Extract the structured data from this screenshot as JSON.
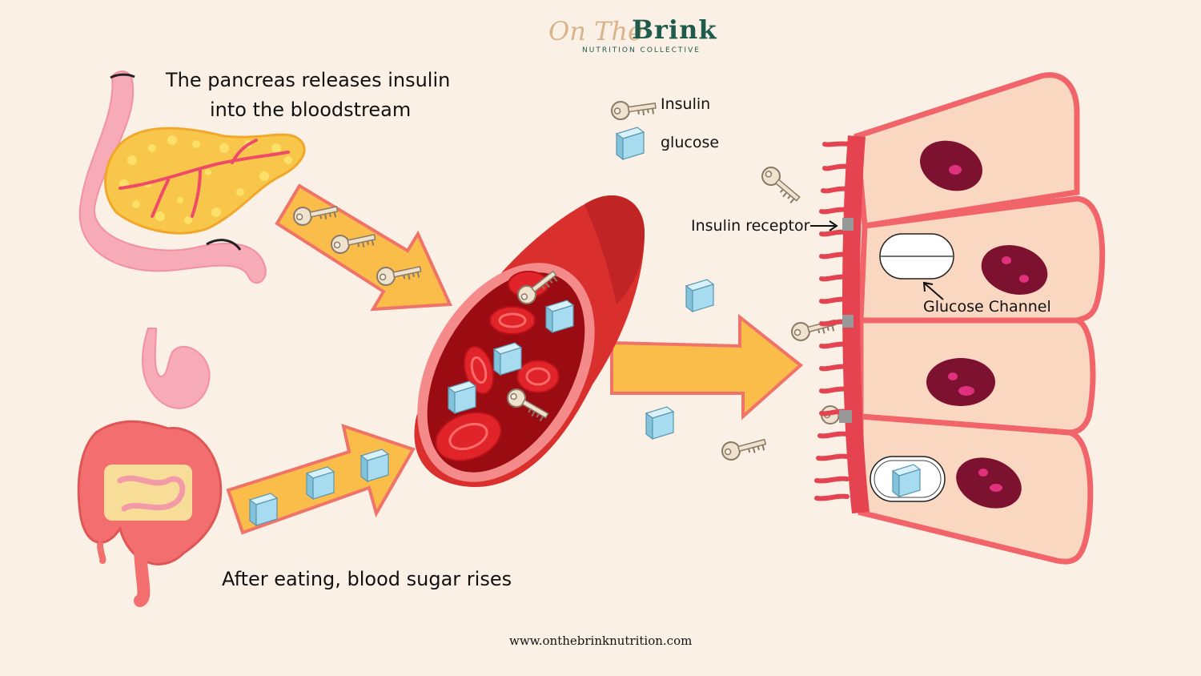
{
  "logo": {
    "script": "On The",
    "brand": "Brink",
    "subtitle": "NUTRITION COLLECTIVE"
  },
  "captions": {
    "pancreas_line1": "The pancreas releases insulin",
    "pancreas_line2": "into the bloodstream",
    "after_eating": "After eating, blood sugar rises"
  },
  "legend": {
    "insulin": "Insulin",
    "glucose": "glucose"
  },
  "labels": {
    "insulin_receptor": "Insulin receptor",
    "glucose_channel": "Glucose Channel"
  },
  "footer": {
    "website": "www.onthebrinknutrition.com"
  },
  "colors": {
    "background": "#faf0e6",
    "arrow_fill": "#fbbd4a",
    "arrow_stroke": "#f0736a",
    "vessel": "#d9302e",
    "glucose_cube": "#a7dcf0",
    "cell_fill": "#fad7c0",
    "cell_border": "#e4434f",
    "nucleus": "#7d1230",
    "brand_green": "#1f5a4c"
  },
  "icons": [
    "key-icon",
    "glucose-cube-icon",
    "pancreas-icon",
    "digestive-system-icon",
    "blood-vessel-icon",
    "cell-icon"
  ]
}
